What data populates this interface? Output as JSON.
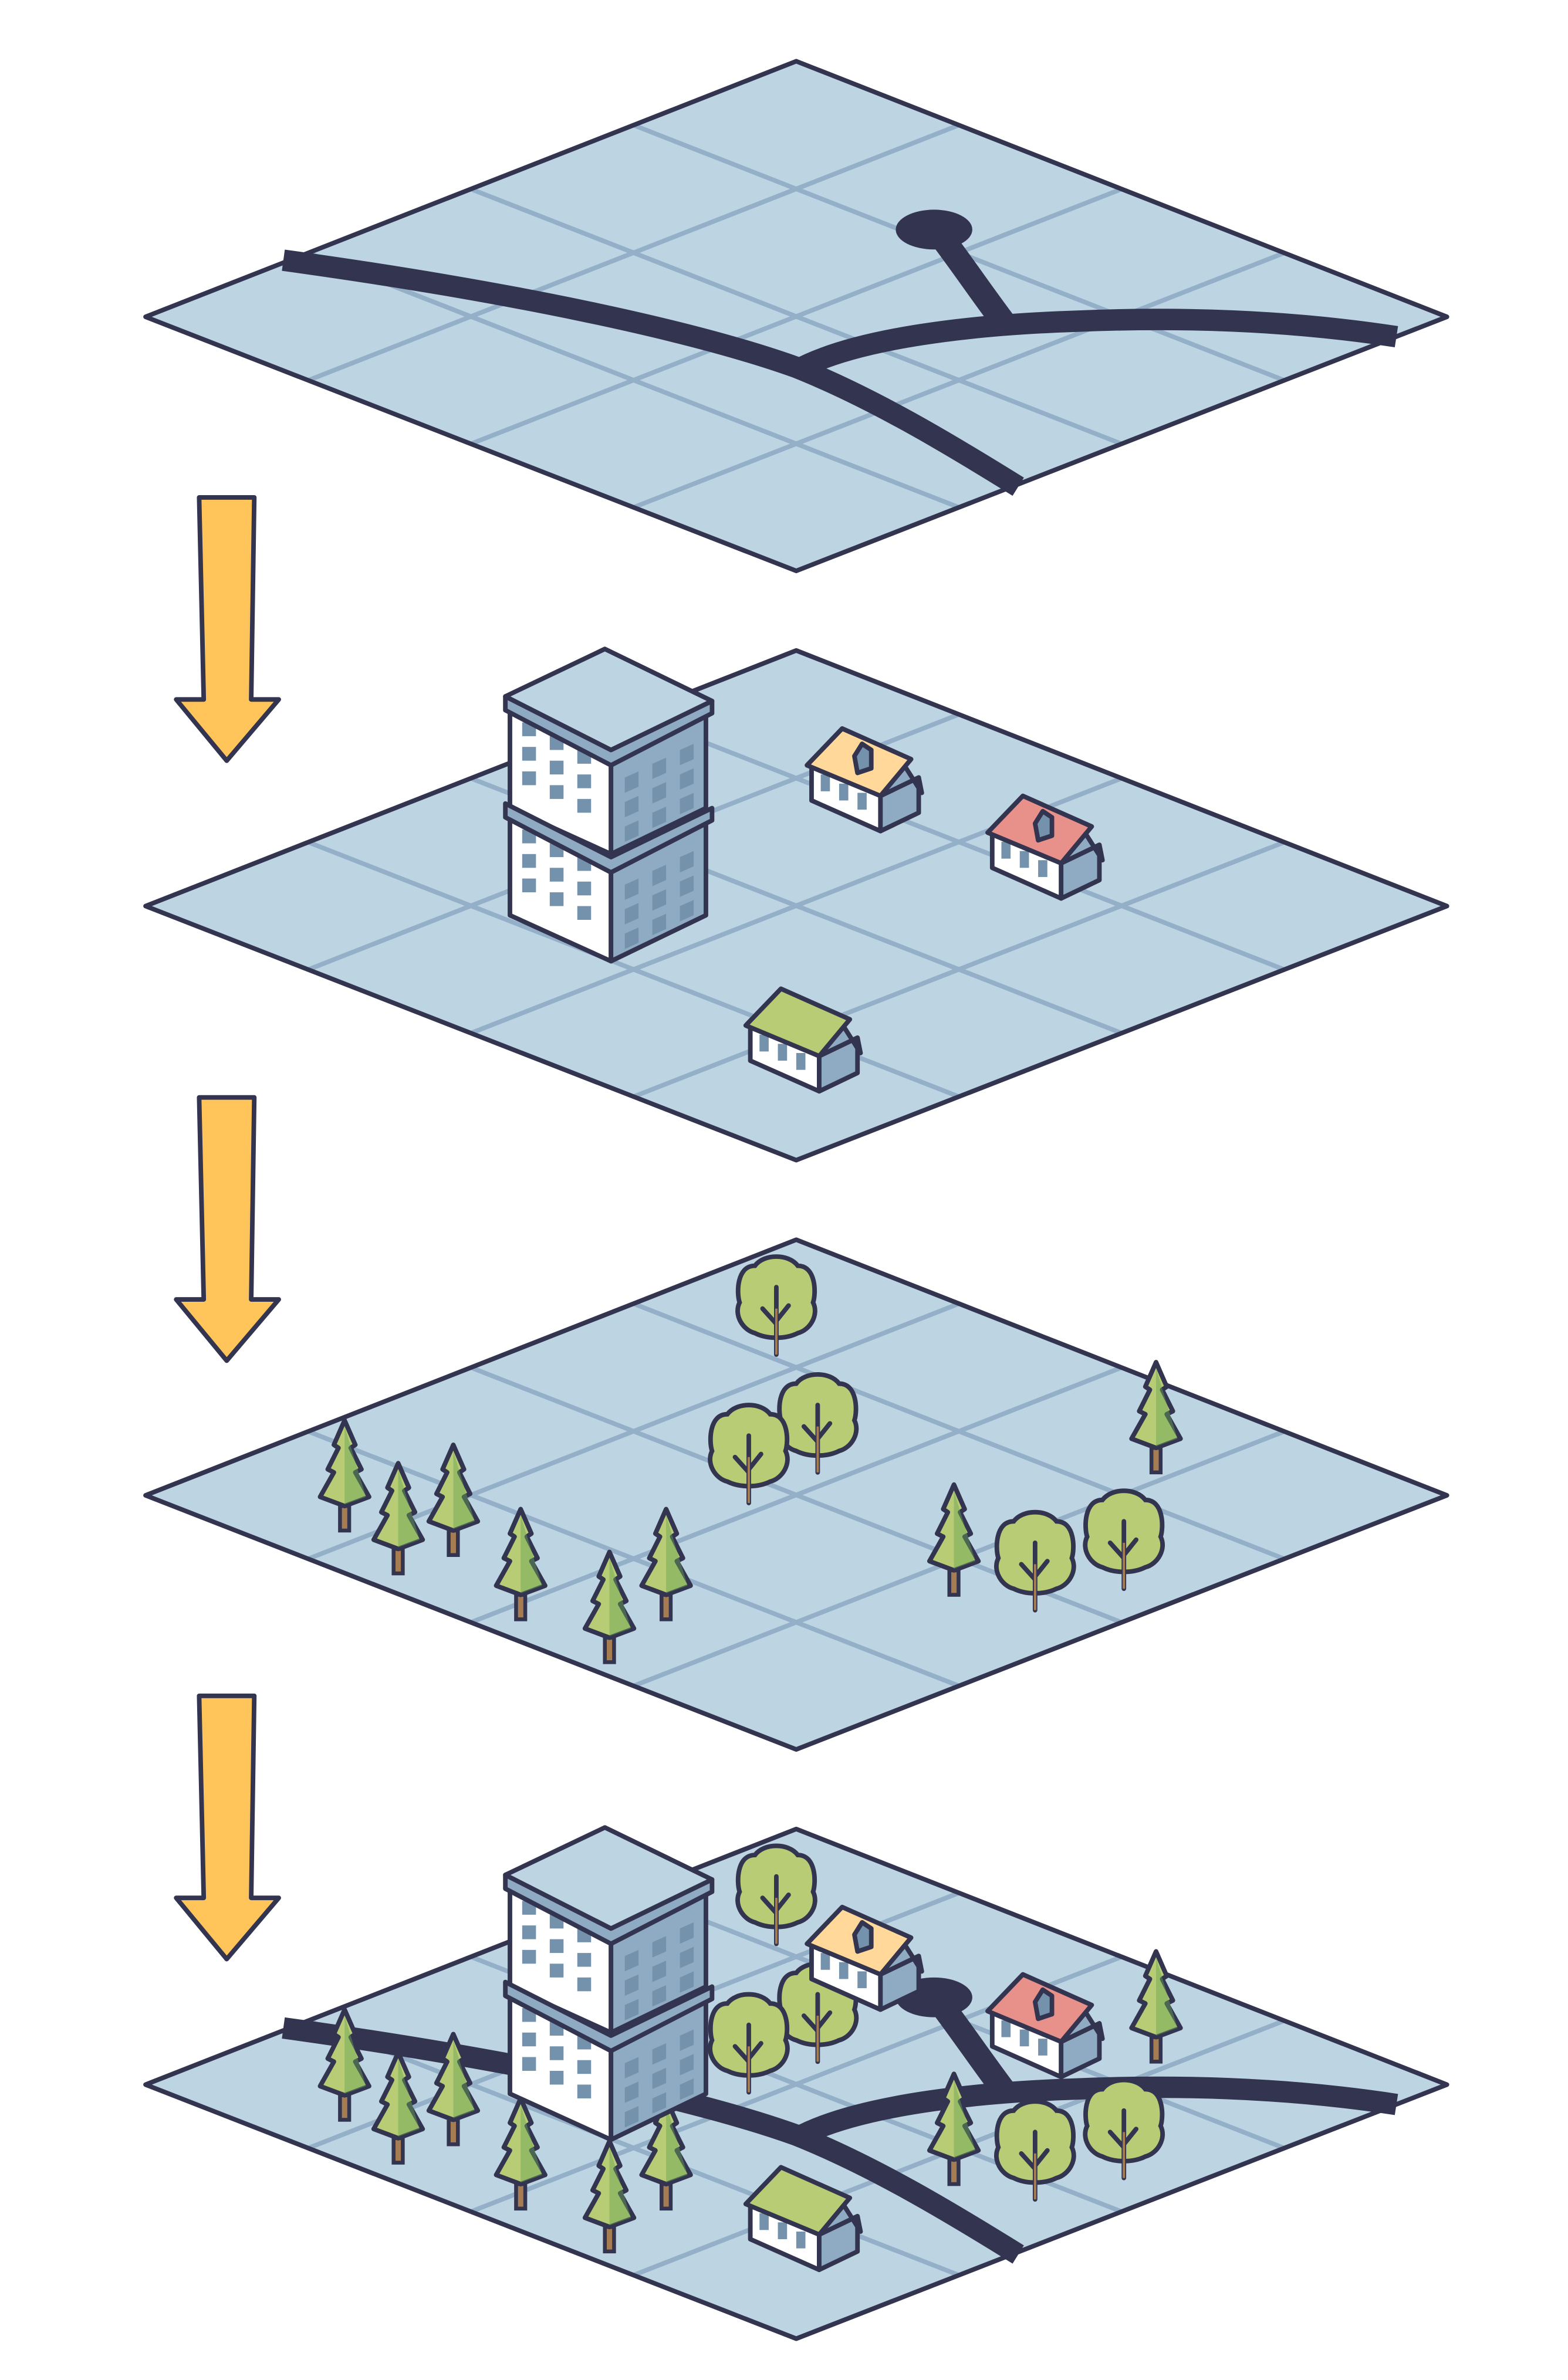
{
  "colors": {
    "ground": "#BDD4E3",
    "grid": "#94AFC8",
    "outline": "#323450",
    "arrow": "#FFC55A",
    "tree_light": "#B7CC75",
    "tree_dark": "#6BA552",
    "trunk": "#A67C52",
    "wall_side": "#8FABC4",
    "window": "#7492AC",
    "roof_yellow": "#FFD89A",
    "roof_red": "#E8908A",
    "roof_green": "#B7CC75"
  },
  "layers": [
    {
      "icon": "road-layer"
    },
    {
      "icon": "buildings-layer"
    },
    {
      "icon": "vegetation-layer"
    },
    {
      "icon": "combined-map-layer"
    }
  ]
}
